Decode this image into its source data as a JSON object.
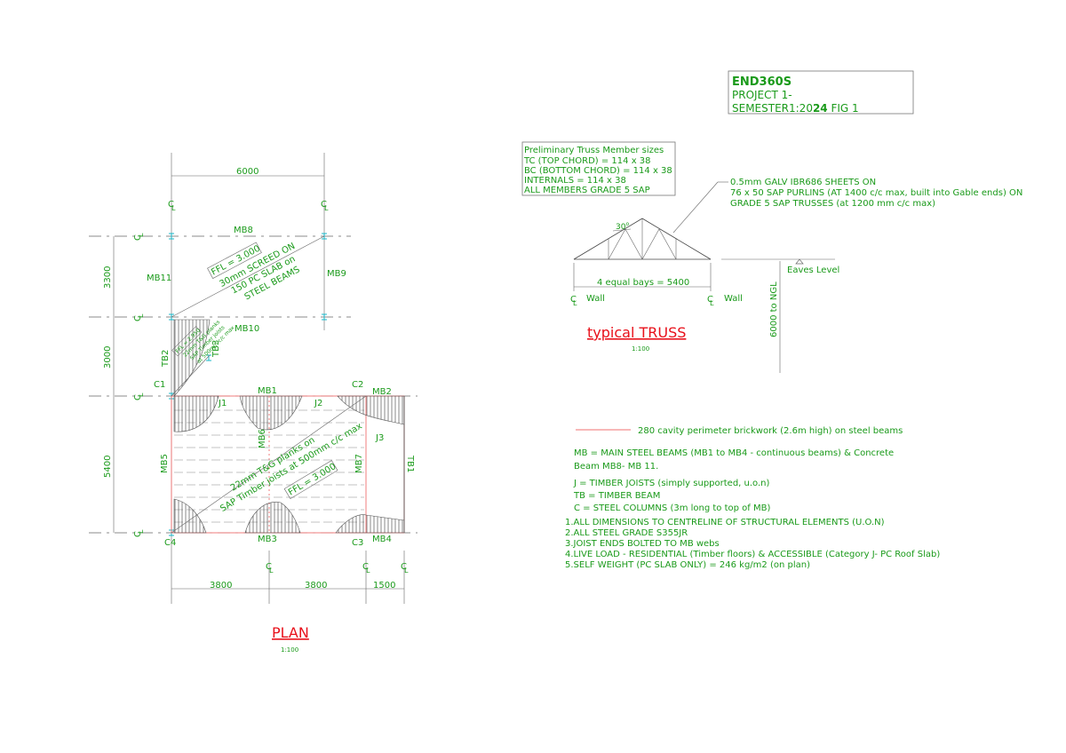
{
  "title_block": {
    "code": "END360S",
    "line1": "PROJECT 1-",
    "line2_a": "SEMESTER1:20",
    "line2_b": "24",
    "line2_c": " FIG 1"
  },
  "truss_sizes": {
    "heading": "Preliminary Truss Member sizes",
    "tc": "TC (TOP CHORD) = 114 x 38",
    "bc": "BC (BOTTOM CHORD) = 114 x 38",
    "internals": "INTERNALS = 114 x 38",
    "grade": "ALL MEMBERS GRADE 5 SAP"
  },
  "roof_note": {
    "l1": "0.5mm GALV IBR686 SHEETS ON",
    "l2": "76 x 50 SAP PURLINS (AT 1400 c/c max, built into Gable ends) ON",
    "l3": "GRADE 5 SAP TRUSSES (at 1200 mm c/c max)"
  },
  "truss": {
    "angle": "30",
    "angle_unit": "o",
    "bays": "4 equal bays = 5400",
    "wall_left": "Wall",
    "wall_right": "Wall",
    "eaves": "Eaves Level",
    "height": "6000 to NGL",
    "title": "typical TRUSS",
    "scale": "1:100"
  },
  "legend": {
    "brick": "280 cavity perimeter brickwork (2.6m high) on steel beams",
    "mb1": "MB = MAIN STEEL BEAMS (MB1 to MB4  - continuous beams) & Concrete",
    "mb2": "Beam MB8- MB 11.",
    "j": "J = TIMBER JOISTS (simply supported, u.o.n)",
    "tb": "TB = TIMBER BEAM",
    "c": "C =  STEEL COLUMNS (3m long to top of MB)"
  },
  "notes": [
    "1.ALL DIMENSIONS TO CENTRELINE OF STRUCTURAL ELEMENTS (U.O.N)",
    "2.ALL STEEL GRADE S355JR",
    "3.JOIST ENDS BOLTED TO MB webs",
    "4.LIVE LOAD - RESIDENTIAL (Timber floors) & ACCESSIBLE (Category J- PC Roof Slab)",
    "5.SELF WEIGHT (PC SLAB ONLY) = 246 kg/m2 (on plan)"
  ],
  "plan": {
    "title": "PLAN",
    "scale": "1:100",
    "cl": "C",
    "cl_sub": "L",
    "dim_top": "6000",
    "dim_3300": "3300",
    "dim_3000": "3000",
    "dim_5400": "5400",
    "dim_3800a": "3800",
    "dim_3800b": "3800",
    "dim_1500": "1500",
    "mb1": "MB1",
    "mb2": "MB2",
    "mb3": "MB3",
    "mb4": "MB4",
    "mb5": "MB5",
    "mb6": "MB6",
    "mb7": "MB7",
    "mb8": "MB8",
    "mb9": "MB9",
    "mb10": "MB10",
    "mb11": "MB11",
    "tb1": "TB1",
    "tb2": "TB2",
    "tb3": "TB3",
    "j1": "J1",
    "j2": "J2",
    "j3": "J3",
    "c1": "C1",
    "c2": "C2",
    "c3": "C3",
    "c4": "C4",
    "ffl_top": "FFL = 3.000",
    "screed1": "30mm SCREED ON",
    "screed2": "150 PC SLAB on",
    "screed3": "STEEL BEAMS",
    "ffl_mid": "FFL = 2.950",
    "small1": "22mm T&G planks",
    "small2": "SAP Timber joists",
    "small3": "at 500mm c/c max",
    "planks1": "22mm T&G planks on",
    "planks2": "SAP Timber joists at 500mm c/c max",
    "ffl_low": "FFL = 3.000"
  },
  "colors": {
    "text": "#1a9a1a",
    "title": "#e8101a",
    "brick": "#f07070",
    "steel": "#19b7c9"
  }
}
